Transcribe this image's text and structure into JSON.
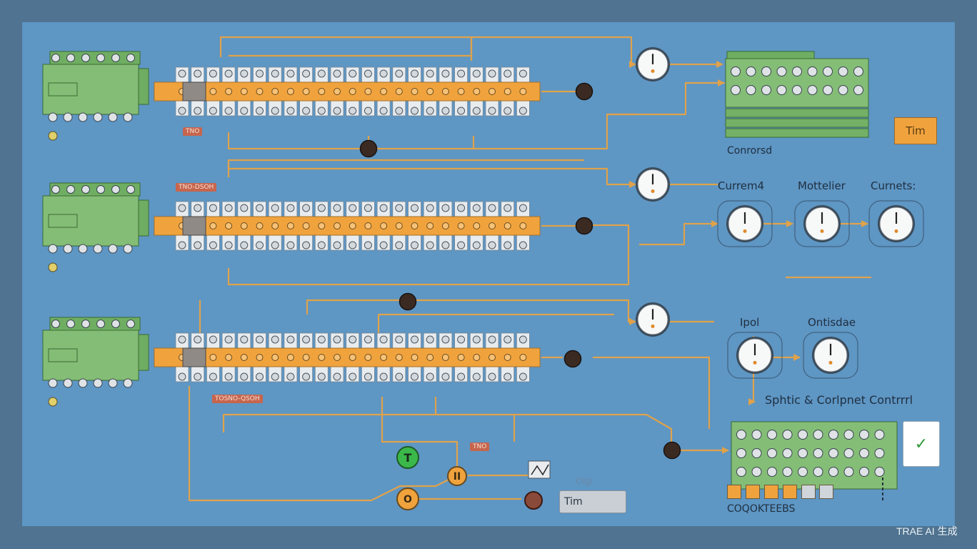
{
  "diagram": {
    "colors": {
      "background": "#5e96c4",
      "frame": "#4f7390",
      "wire": "#e0a24a",
      "module_green": "#84bd76",
      "terminal_orange": "#f0a33d",
      "node_dark": "#3a2a22"
    },
    "labels": {
      "controller_top": "Conrorsd",
      "current": "Currem4",
      "monitor": "Mottelier",
      "counters": "Curnets:",
      "ipol": "Ipol",
      "outside": "Ontisdae",
      "splitter": "Sphtic & Corlpnet Contrrrl",
      "bottom_counter": "COQOKTEEBS",
      "orange_box": "Tim",
      "grey_box": "Tim",
      "grey_box_caption": "Oigi",
      "red_tag_1": "TNO-DSOH",
      "red_tag_2": "TOSNO-QSOH",
      "red_tag_3": "TNO",
      "red_tag_4": "TNO",
      "start_button": "T",
      "pause_button": "II",
      "stop_button": "O",
      "watermark": "TRAE AI 生成"
    },
    "icons": [
      "check-icon",
      "gauge-icon",
      "start-button-icon",
      "pause-button-icon",
      "stop-button-icon"
    ]
  }
}
